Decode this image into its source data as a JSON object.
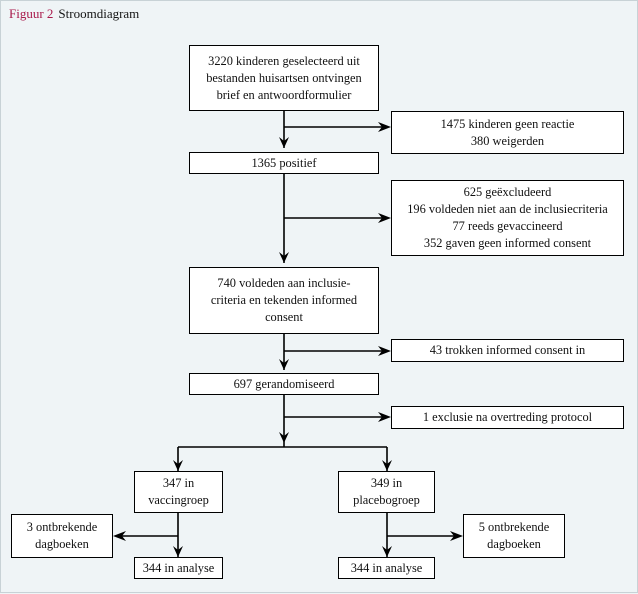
{
  "caption": {
    "label": "Figuur 2",
    "text": "Stroomdiagram",
    "label_color": "#a8184a"
  },
  "colors": {
    "background": "#eff4f6",
    "node_fill": "#ffffff",
    "stroke": "#000000",
    "text": "#111111"
  },
  "nodes": {
    "selected": {
      "lines": [
        "3220 kinderen geselecteerd uit",
        "bestanden huisartsen ontvingen",
        "brief en antwoordformulier"
      ]
    },
    "no_response": {
      "lines": [
        "1475 kinderen geen reactie",
        "380 weigerden"
      ]
    },
    "positive": {
      "lines": [
        "1365 positief"
      ]
    },
    "excluded": {
      "lines": [
        "625 geëxcludeerd",
        "196 voldeden niet aan de inclusiecriteria",
        "77 reeds gevaccineerd",
        "352 gaven geen informed consent"
      ]
    },
    "met_criteria": {
      "lines": [
        "740 voldeden aan inclusie-",
        "criteria en tekenden informed",
        "consent"
      ]
    },
    "withdrew_consent": {
      "lines": [
        "43 trokken informed consent in"
      ]
    },
    "randomised": {
      "lines": [
        "697 gerandomiseerd"
      ]
    },
    "protocol_violation": {
      "lines": [
        "1 exclusie na overtreding protocol"
      ]
    },
    "vaccine_group": {
      "lines": [
        "347 in",
        "vaccingroep"
      ]
    },
    "placebo_group": {
      "lines": [
        "349 in",
        "placebogroep"
      ]
    },
    "missing_diaries_left": {
      "lines": [
        "3 ontbrekende",
        "dagboeken"
      ]
    },
    "missing_diaries_right": {
      "lines": [
        "5 ontbrekende",
        "dagboeken"
      ]
    },
    "analysis_left": {
      "lines": [
        "344 in analyse"
      ]
    },
    "analysis_right": {
      "lines": [
        "344 in analyse"
      ]
    }
  }
}
